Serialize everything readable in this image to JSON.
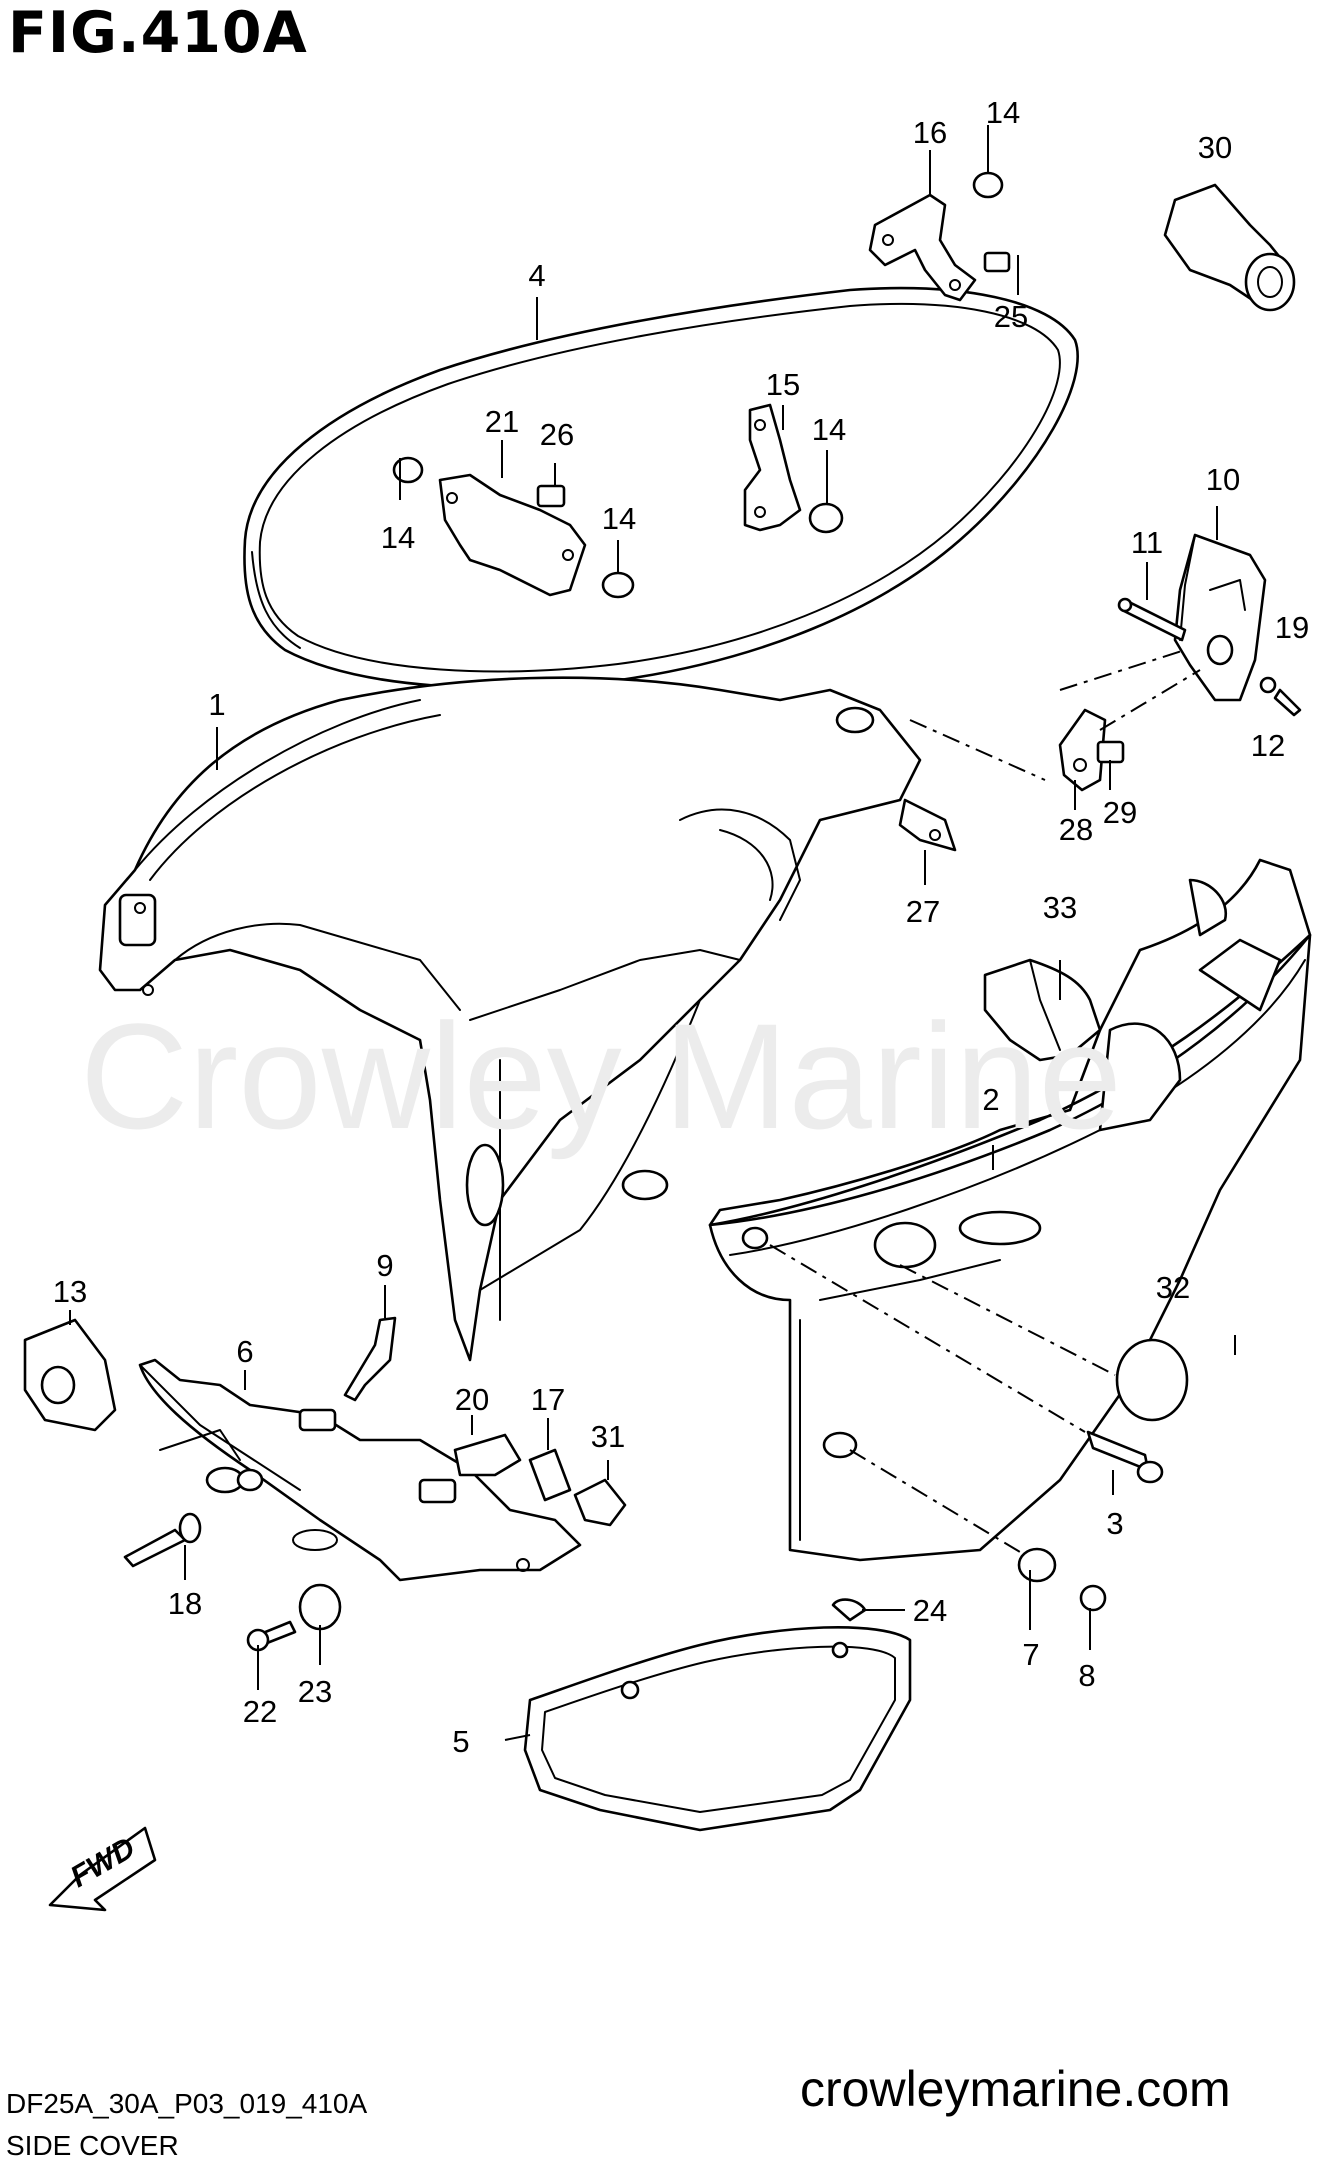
{
  "figure": {
    "title": "FIG.410A",
    "code": "DF25A_30A_P03_019_410A",
    "name": "SIDE COVER",
    "website": "crowleymarine.com",
    "watermark": "Crowley Marine",
    "direction_label": "FWD"
  },
  "callouts": {
    "c1": "1",
    "c2": "2",
    "c3": "3",
    "c4": "4",
    "c5": "5",
    "c6": "6",
    "c7": "7",
    "c8": "8",
    "c9": "9",
    "c10": "10",
    "c11": "11",
    "c12": "12",
    "c13": "13",
    "c14a": "14",
    "c14b": "14",
    "c14c": "14",
    "c14d": "14",
    "c15": "15",
    "c16": "16",
    "c17": "17",
    "c18": "18",
    "c19": "19",
    "c20": "20",
    "c21": "21",
    "c22": "22",
    "c23": "23",
    "c24": "24",
    "c25": "25",
    "c26": "26",
    "c27": "27",
    "c28": "28",
    "c29": "29",
    "c30": "30",
    "c31": "31",
    "c32": "32",
    "c33": "33"
  }
}
